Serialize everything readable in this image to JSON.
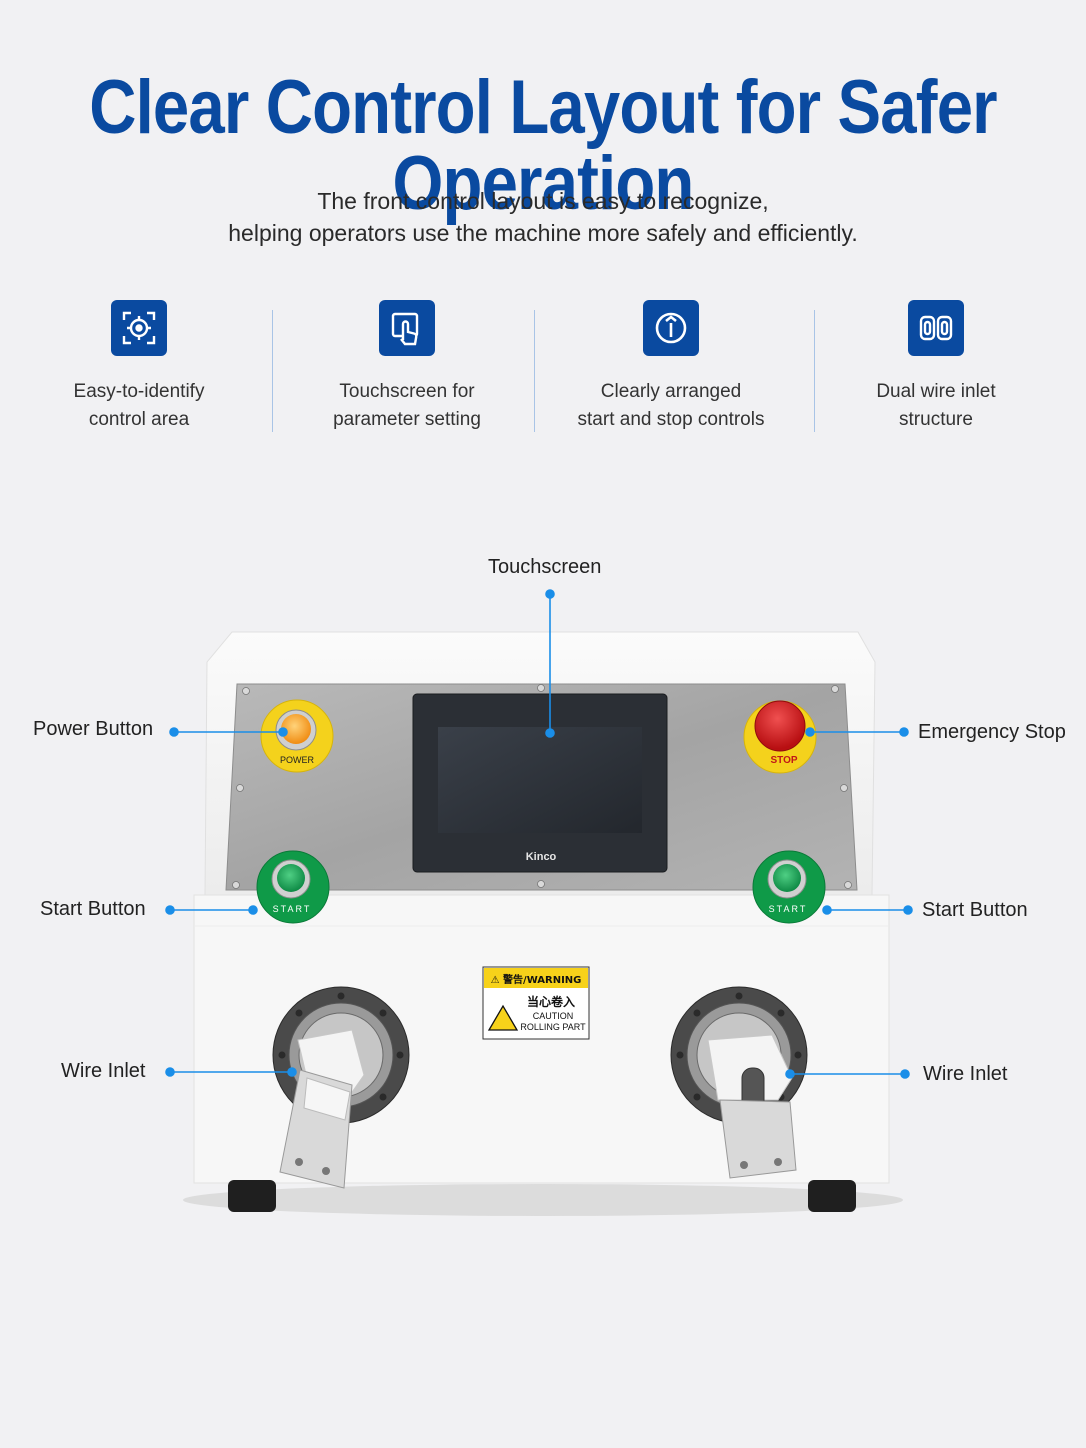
{
  "header": {
    "title": "Clear Control Layout for Safer Operation",
    "subtitle_line1": "The front control layout is easy to recognize,",
    "subtitle_line2": "helping operators use the machine more safely and efficiently."
  },
  "features": [
    {
      "icon": "target-scan-icon",
      "line1": "Easy-to-identify",
      "line2": "control area"
    },
    {
      "icon": "touch-screen-icon",
      "line1": "Touchscreen for",
      "line2": "parameter setting"
    },
    {
      "icon": "start-stop-dial-icon",
      "line1": "Clearly arranged",
      "line2": "start and stop controls"
    },
    {
      "icon": "dual-inlet-icon",
      "line1": "Dual wire inlet",
      "line2": "structure"
    }
  ],
  "machine": {
    "brand": "Kinco",
    "power_ring": "POWER",
    "stop_ring": "STOP",
    "start_ring": "START",
    "warning_header": "⚠ 警告/WARNING",
    "warning_cn": "当心卷入",
    "warning_en1": "CAUTION",
    "warning_en2": "ROLLING PART"
  },
  "callouts": {
    "touchscreen": "Touchscreen",
    "power_button": "Power Button",
    "emergency_stop": "Emergency Stop",
    "start_left": "Start Button",
    "start_right": "Start Button",
    "wire_inlet_left": "Wire Inlet",
    "wire_inlet_right": "Wire Inlet"
  },
  "colors": {
    "brand_blue": "#0a4aa0",
    "callout_blue": "#1a8ee8",
    "background": "#f1f1f3"
  }
}
